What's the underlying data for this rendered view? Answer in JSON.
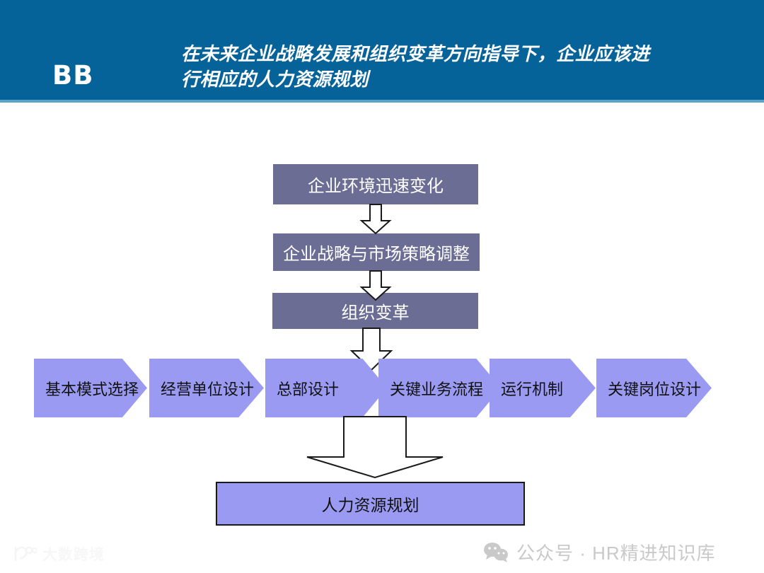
{
  "header": {
    "brand": "BB",
    "title_line1": "在未来企业战略发展和组织变革方向指导下，企业应该进",
    "title_line2": "行相应的人力资源规划",
    "band_color": "#06639a",
    "underline_color": "#5ba3c9",
    "text_color": "#ffffff"
  },
  "diagram": {
    "box_fill": "#6b6d95",
    "box_text_color": "#ffffff",
    "chevron_fill": "#9a9af2",
    "chevron_text_color": "#111111",
    "arrow_outline_color": "#1a1a1a",
    "flow_boxes": [
      {
        "label": "企业环境迅速变化"
      },
      {
        "label": "企业战略与市场策略调整"
      },
      {
        "label": "组织变革"
      }
    ],
    "chevrons": [
      {
        "label": "基本模式选择"
      },
      {
        "label": "经营单位设计"
      },
      {
        "label": "总部设计"
      },
      {
        "label": "关键业务流程"
      },
      {
        "label": "运行机制"
      },
      {
        "label": "关键岗位设计"
      }
    ],
    "result_box": {
      "label": "人力资源规划"
    }
  },
  "watermarks": {
    "left": {
      "glyph": "icon-dashu",
      "text": "大数跨境"
    },
    "right": {
      "glyph": "wechat-icon",
      "text": "公众号 · HR精进知识库"
    }
  }
}
